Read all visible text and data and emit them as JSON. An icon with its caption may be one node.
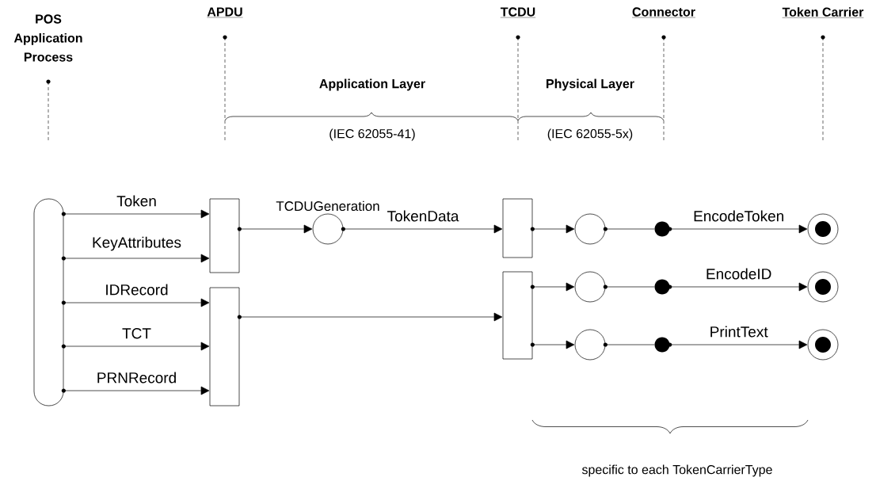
{
  "diagram": {
    "nodes": [
      {
        "text": [],
        "shape": "box"
      },
      {
        "text": [],
        "shape": "bar"
      },
      {
        "text": [],
        "shape": "bar"
      },
      {
        "text": [
          "TCDUGeneration"
        ]
      },
      {
        "text": [],
        "shape": "bar"
      },
      {
        "text": [],
        "shape": "bar"
      },
      {
        "text": [],
        "shape": "circle"
      },
      {
        "text": [],
        "shape": "circle"
      },
      {
        "text": [],
        "shape": "circle"
      },
      {
        "text": [],
        "shape": "dot"
      },
      {
        "text": [],
        "shape": "dot"
      },
      {
        "text": [],
        "shape": "dot"
      },
      {
        "text": [],
        "shape": "bullseye"
      },
      {
        "text": [],
        "shape": "bullseye"
      },
      {
        "text": [],
        "shape": "bullseye"
      }
    ],
    "edges": [
      {
        "from": 0,
        "to": 1,
        "arrow": "to",
        "label": "Token"
      },
      {
        "from": 0,
        "to": 1,
        "arrow": "to",
        "label": "KeyAttributes"
      },
      {
        "from": 0,
        "to": 2,
        "arrow": "to",
        "label": "IDRecord"
      },
      {
        "from": 0,
        "to": 2,
        "arrow": "to",
        "label": "TCT"
      },
      {
        "from": 0,
        "to": 2,
        "arrow": "to",
        "label": "PRNRecord"
      },
      {
        "from": 1,
        "to": 3,
        "arrow": "to"
      },
      {
        "from": 3,
        "to": 4,
        "arrow": "to",
        "label": "TokenData"
      },
      {
        "from": 2,
        "to": 5,
        "arrow": "to"
      },
      {
        "from": 4,
        "to": 6,
        "arrow": "to"
      },
      {
        "from": 5,
        "to": 7,
        "arrow": "to"
      },
      {
        "from": 5,
        "to": 8,
        "arrow": "to"
      },
      {
        "from": 6,
        "to": 9,
        "arrow": "none"
      },
      {
        "from": 7,
        "to": 10,
        "arrow": "none"
      },
      {
        "from": 8,
        "to": 11,
        "arrow": "none"
      },
      {
        "from": 9,
        "to": 12,
        "arrow": "to",
        "label": "EncodeToken"
      },
      {
        "from": 10,
        "to": 13,
        "arrow": "to",
        "label": "EncodeID"
      },
      {
        "from": 11,
        "to": 14,
        "arrow": "to",
        "label": "PrintText"
      }
    ],
    "labels": [
      "POS Application Process",
      "APDU",
      "TCDU",
      "Connector",
      "Token Carrier",
      "Application Layer",
      "Physical Layer",
      "(IEC 62055-41)",
      "(IEC 62055-5x)",
      "specific to each TokenCarrierType"
    ]
  }
}
